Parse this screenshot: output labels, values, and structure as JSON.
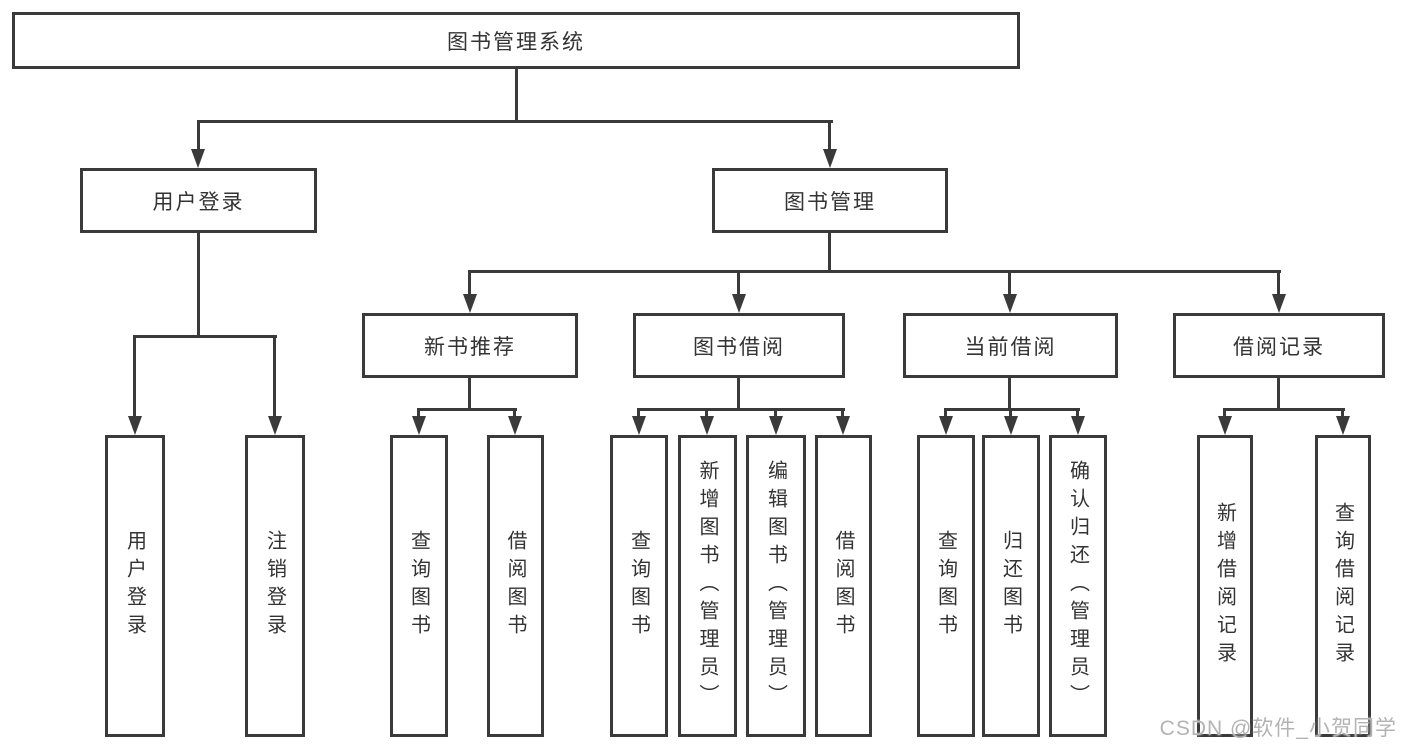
{
  "diagram": {
    "root": "图书管理系统",
    "branches": [
      {
        "label": "用户登录",
        "leaves": [
          "用户登录",
          "注销登录"
        ]
      },
      {
        "label": "图书管理",
        "groups": [
          {
            "label": "新书推荐",
            "leaves": [
              "查询图书",
              "借阅图书"
            ]
          },
          {
            "label": "图书借阅",
            "leaves": [
              "查询图书",
              "新增图书（管理员）",
              "编辑图书（管理员）",
              "借阅图书"
            ]
          },
          {
            "label": "当前借阅",
            "leaves": [
              "查询图书",
              "归还图书",
              "确认归还（管理员）"
            ]
          },
          {
            "label": "借阅记录",
            "leaves": [
              "新增借阅记录",
              "查询借阅记录"
            ]
          }
        ]
      }
    ]
  },
  "watermark": "CSDN @软件_小贺同学",
  "colors": {
    "line": "#3a3a3a",
    "text": "#333333",
    "watermark": "#b3b3b3",
    "background": "#ffffff"
  }
}
